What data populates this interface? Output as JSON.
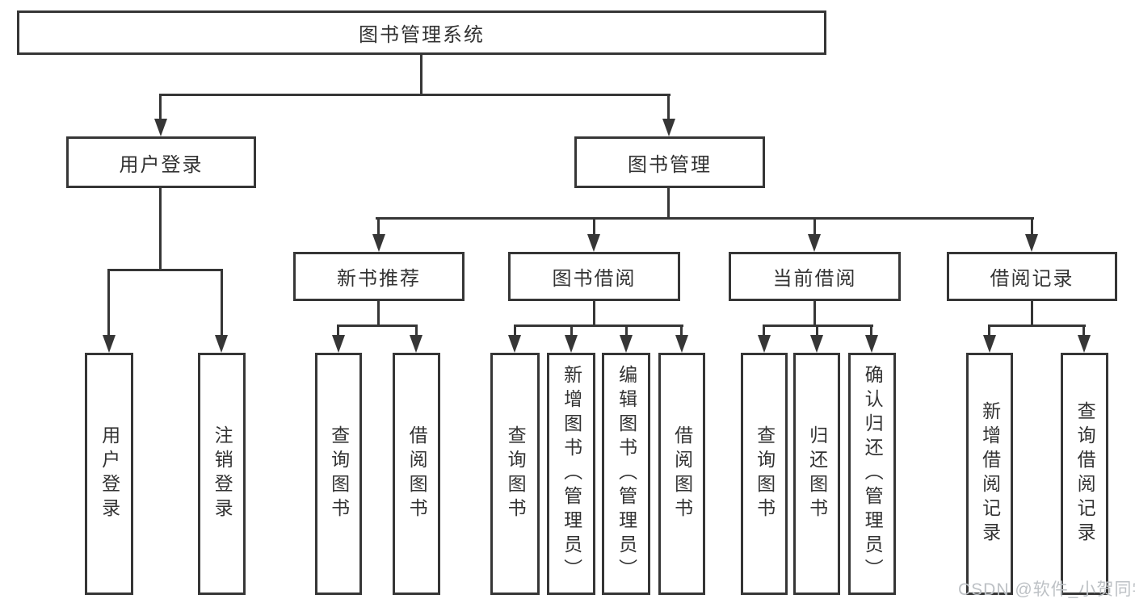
{
  "nodes": {
    "root": "图书管理系统",
    "user_login": "用户登录",
    "book_management": "图书管理",
    "new_book_recommend": "新书推荐",
    "book_borrowing": "图书借阅",
    "current_borrowing": "当前借阅",
    "borrowing_records": "借阅记录",
    "leaf_user_login": "用户登录",
    "leaf_logout": "注销登录",
    "recommend_query_books": "查询图书",
    "recommend_borrow_books": "借阅图书",
    "borrowing_query_books": "查询图书",
    "borrowing_add_book_admin": "新增图书（管理员）",
    "borrowing_edit_book_admin": "编辑图书（管理员）",
    "borrowing_borrow_books": "借阅图书",
    "current_query_books": "查询图书",
    "current_return_books": "归还图书",
    "current_confirm_return_admin": "确认归还（管理员）",
    "records_add_record": "新增借阅记录",
    "records_query_record": "查询借阅记录"
  },
  "watermark": "CSDN @软件_小贺同学",
  "colors": {
    "line": "#363636",
    "text": "#333333",
    "watermark": "#bdc1c5",
    "background": "#ffffff"
  }
}
